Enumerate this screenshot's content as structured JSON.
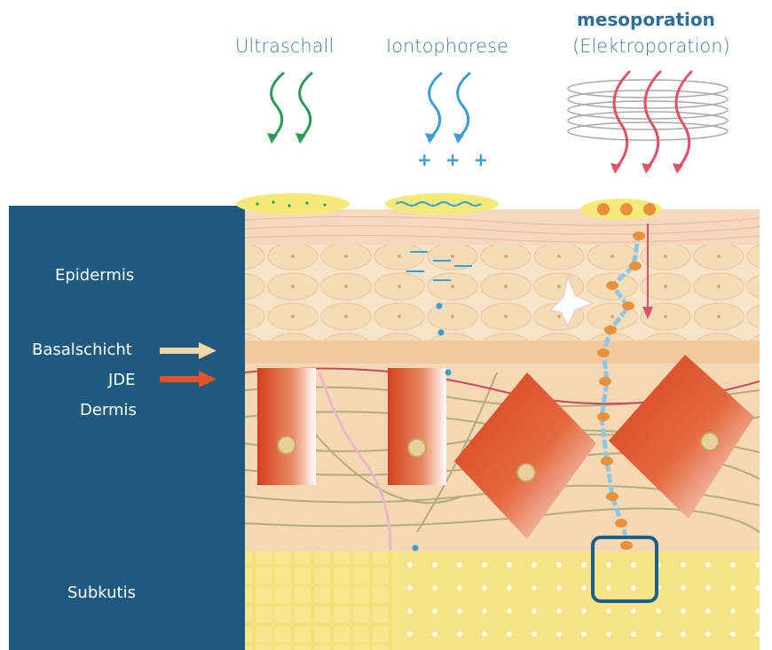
{
  "methods": {
    "ultrasound": "Ultraschall",
    "iontophoresis": "Iontophorese",
    "mesoporation": "mesoporation",
    "electroporation": "(Elektroporation)",
    "ion_marks": "+ + +"
  },
  "layers": {
    "epidermis": "Epidermis",
    "basal": "Basalschicht",
    "jde": "JDE",
    "dermis": "Dermis",
    "subcutis": "Subkutis"
  },
  "colors": {
    "panel": "#1e5a80",
    "ultrasound_arrow": "#2e9a5a",
    "iontophoresis_arrow": "#3d9ed6",
    "mesoporation_arrow": "#e0526a",
    "mesoporation_title": "#2f6d97",
    "basal_arrow": "#f3d7a6",
    "jde_arrow": "#e0542a"
  }
}
